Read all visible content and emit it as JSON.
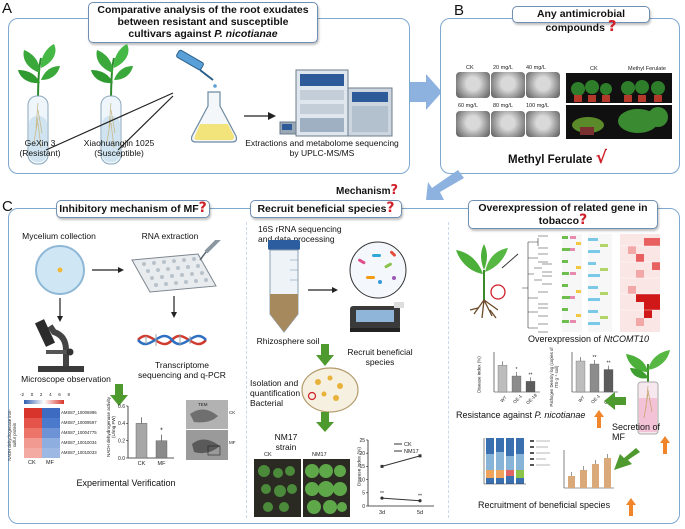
{
  "panel_a": {
    "letter": "A",
    "title_line1": "Comparative analysis of the root exudates",
    "title_line2": "between resistant and susceptible",
    "title_line3_prefix": "cultivars  against ",
    "title_line3_italic": "P. nicotianae",
    "resistant_name": "GeXin 3",
    "resistant_tag": "(Resistant)",
    "susceptible_name": "Xiaohuangjin 1025",
    "susceptible_tag": "(Susceptible)",
    "method_line1": "Extractions and metabolome sequencing",
    "method_line2": "by UPLC-MS/MS"
  },
  "panel_b": {
    "letter": "B",
    "title": "Any antimicrobial compounds",
    "qmark": "?",
    "dish_labels": [
      "CK",
      "20 mg/L",
      "40 mg/L",
      "60 mg/L",
      "80 mg/L",
      "100 mg/L"
    ],
    "photo_labels": [
      "CK",
      "Methyl Ferulate"
    ],
    "result": "Methyl Ferulate",
    "check": "√"
  },
  "mechanism": "Mechanism",
  "mechanism_qmark": "?",
  "panel_c": {
    "letter": "C",
    "sub1_title": "Inhibitory mechanism of MF",
    "sub2_title": "Recruit beneficial species",
    "sub3_title_line1": "Overexpression of related gene in",
    "sub3_title_line2": "tobacco",
    "qmark": "?",
    "mycelium": "Mycelium collection",
    "rna": "RNA extraction",
    "microscope": "Microscope observation",
    "transcriptome_line1": "Transcriptome",
    "transcriptome_line2": "sequencing and q-PCR",
    "exp_verification": "Experimental Verification",
    "heatmap_genes": [
      "AMS87_10006996",
      "AMS87_10009597",
      "AMS87_10004775",
      "AMS87_10010034",
      "AMS87_10010033"
    ],
    "heatmap_cols": [
      "CK",
      "MF"
    ],
    "heatmap_scale": [
      "-2",
      "0",
      "2",
      "4",
      "6",
      "8"
    ],
    "heatmap_ylabel": "NADH dehydrogenase iron-sulfur protein",
    "bar_ylabel": "NADH dehydrogenase activity (U/mg FW)",
    "bar_chart": {
      "type": "bar",
      "categories": [
        "CK",
        "MF"
      ],
      "values": [
        0.4,
        0.2
      ],
      "ylim": [
        0,
        0.6
      ],
      "yticks": [
        "0.0",
        "0.2",
        "0.4",
        "0.6"
      ],
      "annotation": "*"
    },
    "tem_label": "TEM",
    "tem_ck": "CK",
    "tem_mf": "MF",
    "seq16s_line1": "16S rRNA sequencing",
    "seq16s_line2": "and data processing",
    "rhizosphere": "Rhizosphere soil",
    "recruit_line1": "Recruit beneficial",
    "recruit_line2": "species",
    "isolation_line1": "Isolation and",
    "isolation_line2": "quantification of",
    "isolation_line3": "Bacterial",
    "nm17_line1": "NM17",
    "nm17_line2": "strain",
    "photo_ck": "CK",
    "photo_nm17": "NM17",
    "disease_chart": {
      "type": "line",
      "x": [
        "3d",
        "5d"
      ],
      "series": [
        {
          "name": "CK",
          "values": [
            15,
            19
          ]
        },
        {
          "name": "NM17",
          "values": [
            3,
            2
          ]
        }
      ],
      "ylim": [
        0,
        25
      ],
      "yticks": [
        "0",
        "5",
        "10",
        "15",
        "20",
        "25"
      ],
      "ylabel": "Disease index (%)",
      "annotation": "**"
    },
    "overexp_prefix": "Overexpression of ",
    "overexp_gene": "NtCOMT10",
    "resistance_prefix": "Resistance against ",
    "resistance_italic": "P. nicotianae",
    "secretion": "Secretion of MF",
    "recruitment": "Recruitment of beneficial species",
    "disease_bars": {
      "type": "bar",
      "categories": [
        "WT",
        "OE-1",
        "OE-18"
      ],
      "values": [
        20,
        12,
        8
      ],
      "ylim": [
        0,
        30
      ],
      "ylabel": "Disease index (%)",
      "annotations": [
        "",
        "*",
        "**"
      ]
    },
    "pathogen_bars": {
      "type": "bar",
      "categories": [
        "WT",
        "OE-1",
        "OE-18"
      ],
      "values": [
        6.2,
        5.6,
        4.5
      ],
      "ylim": [
        0,
        8
      ],
      "ylabel": "Pathogen Density log (copies of ITS·g⁻¹ soil)",
      "annotations": [
        "",
        "**",
        "**"
      ]
    },
    "colors": {
      "panel_border": "#7fa8cf",
      "arrow_blue": "#8eb2df",
      "arrow_green": "#4f9a2e",
      "arrow_orange": "#f0852a",
      "qmark": "#d0202a"
    }
  }
}
